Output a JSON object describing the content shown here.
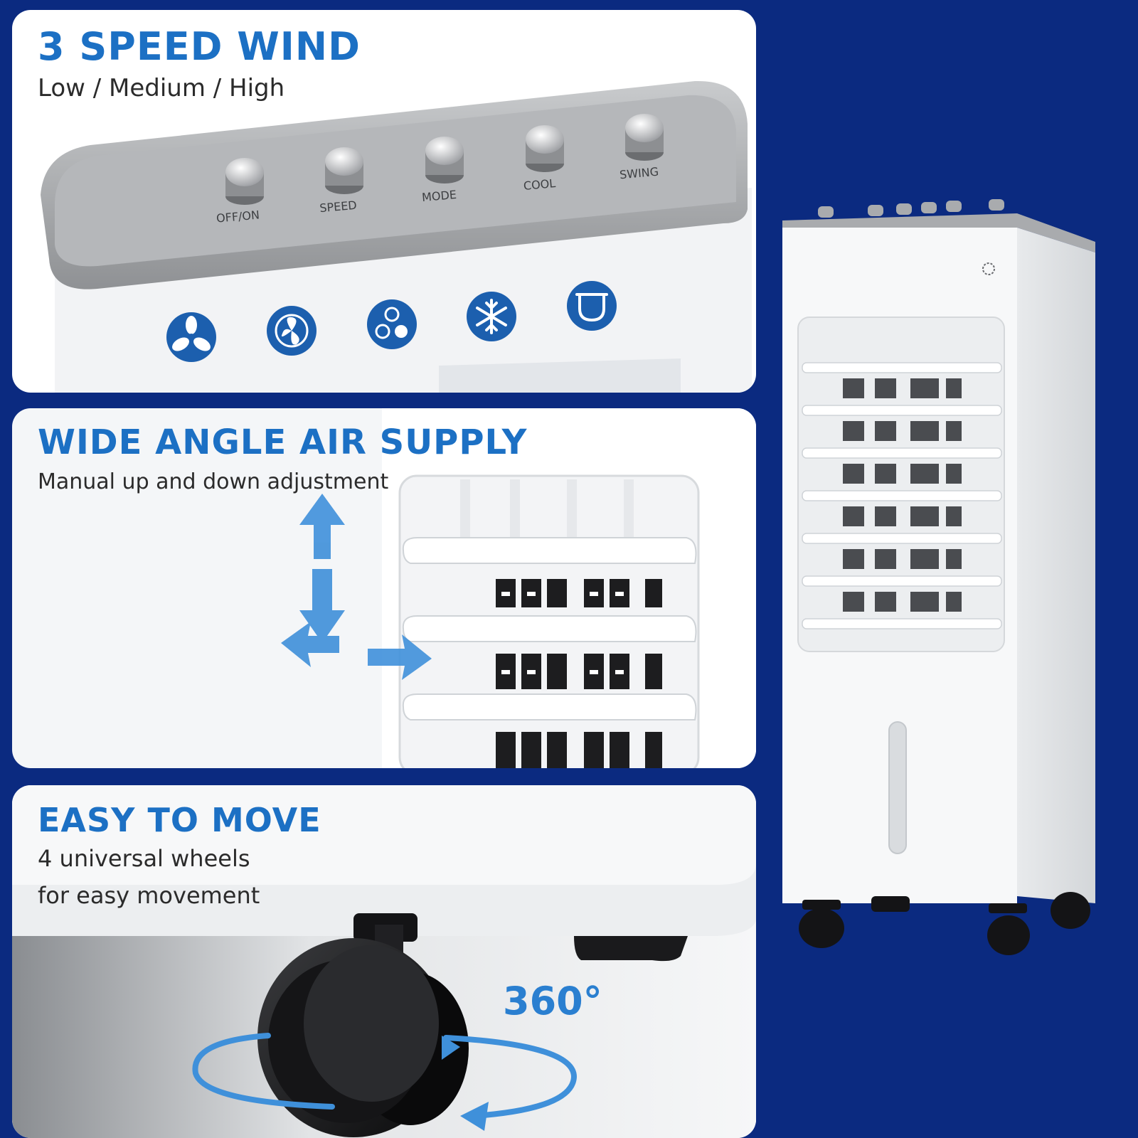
{
  "panels": {
    "speed": {
      "title": "3 SPEED WIND",
      "subtitle": "Low / Medium / High",
      "buttons": [
        {
          "label": "OFF/ON",
          "icon": "fan-icon"
        },
        {
          "label": "SPEED",
          "icon": "fan-speed-icon"
        },
        {
          "label": "MODE",
          "icon": "fan-mode-icon"
        },
        {
          "label": "COOL",
          "icon": "snowflake-icon"
        },
        {
          "label": "SWING",
          "icon": "swing-icon"
        }
      ]
    },
    "air": {
      "title": "WIDE ANGLE AIR SUPPLY",
      "subtitle": "Manual up and down adjustment"
    },
    "move": {
      "title": "EASY TO MOVE",
      "subtitle_line1": "4 universal wheels",
      "subtitle_line2": "for easy movement",
      "rotation": "360°"
    }
  },
  "colors": {
    "background": "#0b2a80",
    "accent": "#1c70c4",
    "icon_circle": "#1c5fae",
    "panel_top": "#a9abae"
  }
}
